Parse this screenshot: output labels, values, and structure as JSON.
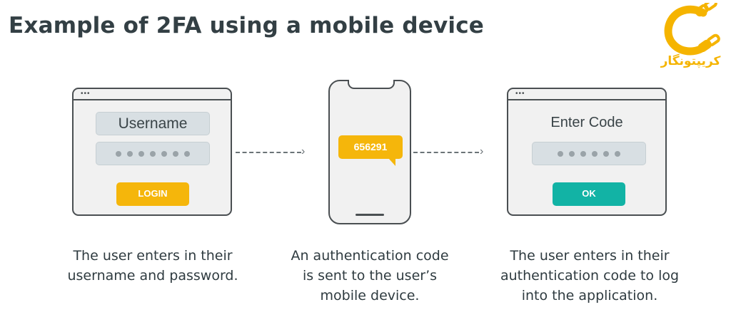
{
  "title": "Example of 2FA using a mobile device",
  "logo": {
    "text": "کریپتونگار",
    "letter": "C"
  },
  "steps": [
    {
      "username_label": "Username",
      "password_dots": 7,
      "button_label": "LOGIN",
      "caption": [
        "The user enters in their",
        "username and password."
      ]
    },
    {
      "code": "656291",
      "caption": [
        "An authentication code",
        "is sent to the user’s",
        "mobile device."
      ]
    },
    {
      "label": "Enter Code",
      "code_dots": 6,
      "button_label": "OK",
      "caption": [
        "The user enters in their",
        "authentication code to log",
        "into the application."
      ]
    }
  ],
  "colors": {
    "accent_yellow": "#f5b60b",
    "accent_teal": "#12b3a5",
    "outline": "#4a4f52"
  }
}
